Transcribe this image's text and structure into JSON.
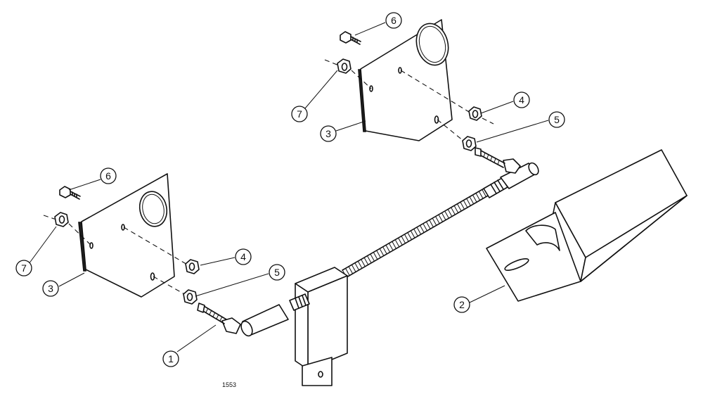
{
  "figure_number": "1553",
  "callouts": [
    {
      "id": "c1",
      "label": "1"
    },
    {
      "id": "c2",
      "label": "2"
    },
    {
      "id": "c3-left",
      "label": "3"
    },
    {
      "id": "c4-left",
      "label": "4"
    },
    {
      "id": "c5-left",
      "label": "5"
    },
    {
      "id": "c6-left",
      "label": "6"
    },
    {
      "id": "c7-left",
      "label": "7"
    },
    {
      "id": "c3-right",
      "label": "3"
    },
    {
      "id": "c4-right",
      "label": "4"
    },
    {
      "id": "c5-right",
      "label": "5"
    },
    {
      "id": "c6-right",
      "label": "6"
    },
    {
      "id": "c7-right",
      "label": "7"
    }
  ]
}
